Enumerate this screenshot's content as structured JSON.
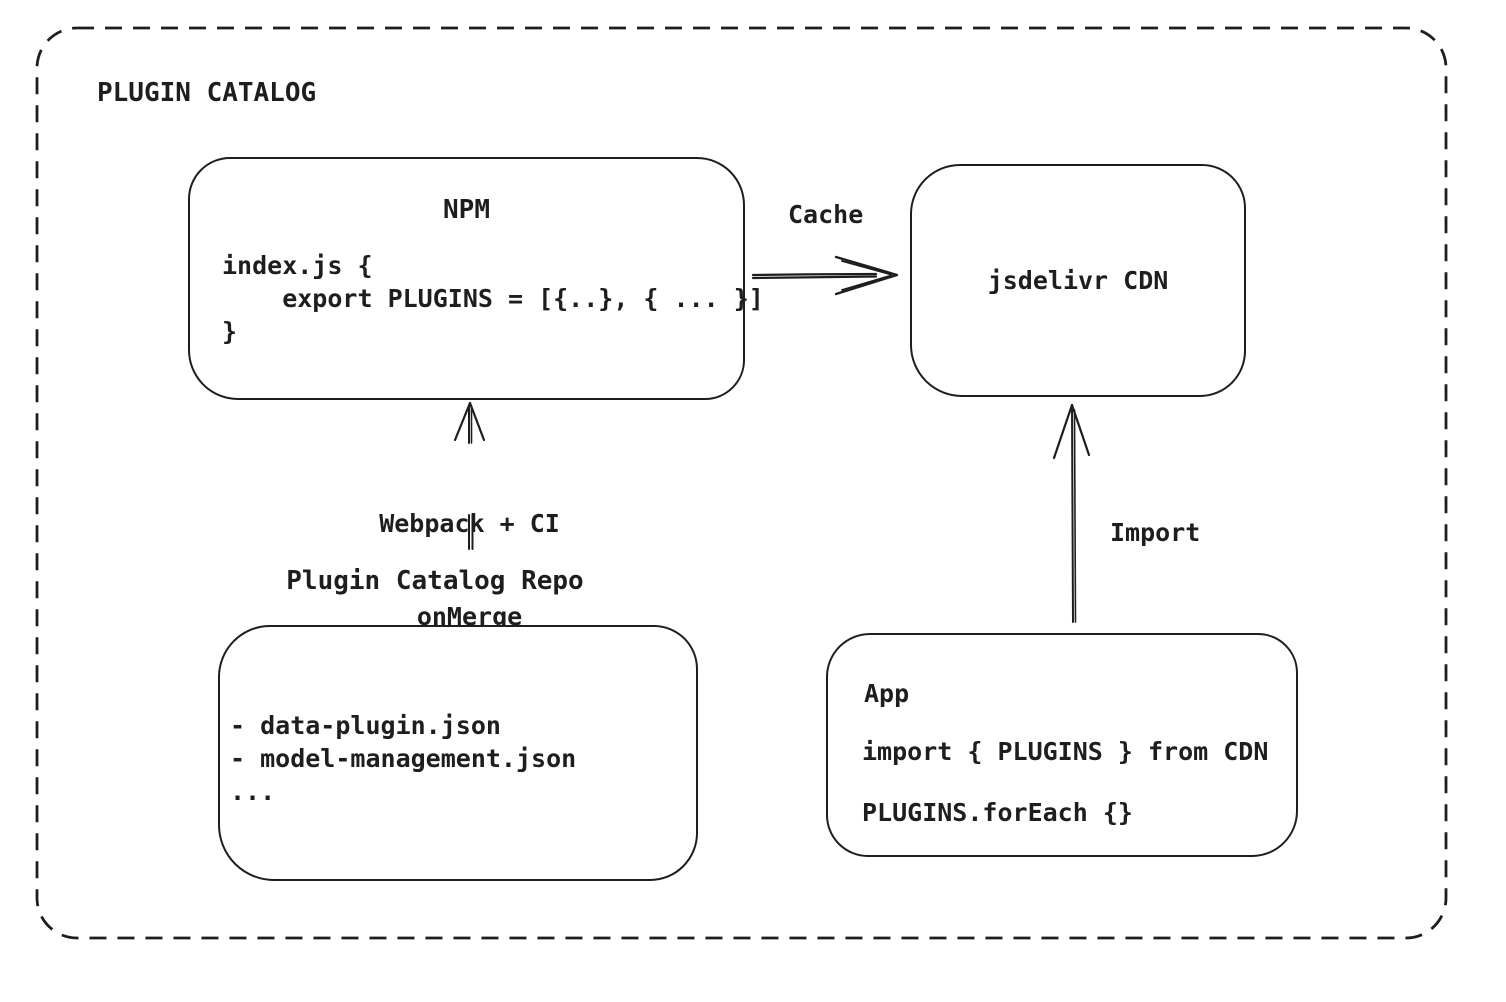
{
  "diagram": {
    "title": "PLUGIN CATALOG",
    "colors": {
      "stroke": "#1e1e1e",
      "background": "#ffffff"
    },
    "nodes": {
      "npm": {
        "title": "NPM",
        "code": [
          "index.js {",
          "    export PLUGINS = [{..}, { ... }]",
          "}"
        ]
      },
      "cdn": {
        "label": "jsdelivr CDN"
      },
      "repo": {
        "label": "Plugin Catalog Repo",
        "files": [
          "- data-plugin.json",
          "- model-management.json",
          "..."
        ]
      },
      "app": {
        "title": "App",
        "code": [
          "import { PLUGINS } from CDN",
          "PLUGINS.forEach {}"
        ]
      }
    },
    "edges": {
      "cache": {
        "label": "Cache",
        "from": "NPM",
        "to": "jsdelivr CDN"
      },
      "build": {
        "label": [
          "Webpack + CI",
          "onMerge"
        ],
        "from": "Plugin Catalog Repo",
        "to": "NPM"
      },
      "import": {
        "label": "Import",
        "from": "App",
        "to": "jsdelivr CDN"
      }
    }
  }
}
